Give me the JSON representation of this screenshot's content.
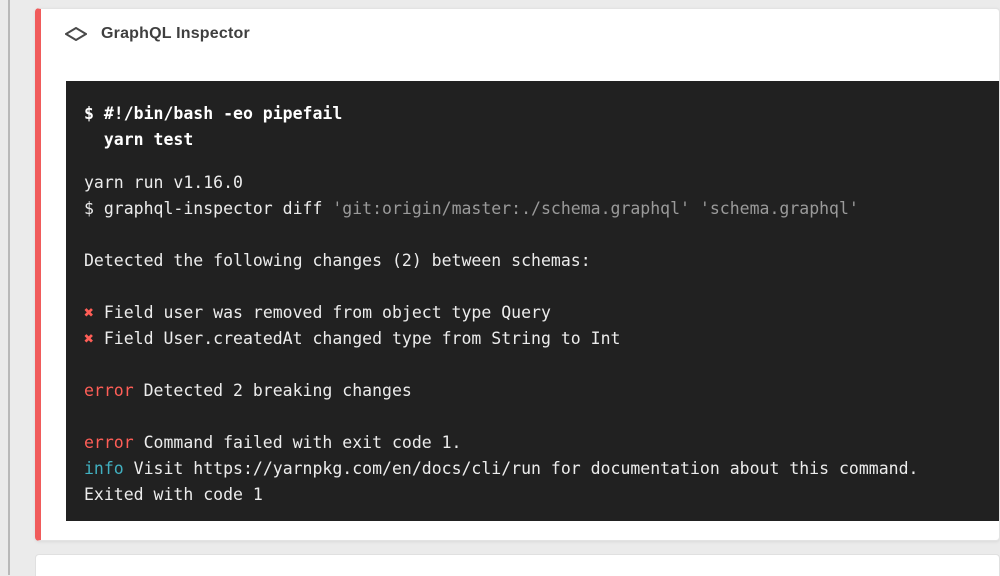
{
  "page": {
    "background_color": "#ebebeb"
  },
  "card": {
    "title": "GraphQL Inspector",
    "accent_color": "#f05b5b",
    "chevron_icon": "collapse-chevron"
  },
  "terminal": {
    "background_color": "#212121",
    "colors": {
      "error_red": "#ff5e57",
      "info_cyan": "#41b0c0",
      "dim_gray": "#9a9a9a",
      "text": "#ececec"
    },
    "lines": [
      {
        "segments": [
          {
            "style": "bold",
            "text": "$ #!/bin/bash -eo pipefail"
          }
        ]
      },
      {
        "segments": [
          {
            "style": "bold",
            "text": "  yarn test"
          }
        ]
      },
      {
        "blank": "sm"
      },
      {
        "segments": [
          {
            "style": "plain",
            "text": "yarn run v1.16.0"
          }
        ]
      },
      {
        "segments": [
          {
            "style": "plain",
            "text": "$ graphql-inspector diff "
          },
          {
            "style": "dim",
            "text": "'git:origin/master:./schema.graphql'"
          },
          {
            "style": "plain",
            "text": " "
          },
          {
            "style": "dim",
            "text": "'schema.graphql'"
          }
        ]
      },
      {
        "blank": "lg"
      },
      {
        "segments": [
          {
            "style": "plain",
            "text": "Detected the following changes (2) between schemas:"
          }
        ]
      },
      {
        "blank": "lg"
      },
      {
        "segments": [
          {
            "style": "red",
            "text": "✖"
          },
          {
            "style": "plain",
            "text": " Field user was removed from object type Query"
          }
        ]
      },
      {
        "segments": [
          {
            "style": "red",
            "text": "✖"
          },
          {
            "style": "plain",
            "text": " Field User.createdAt changed type from String to Int"
          }
        ]
      },
      {
        "blank": "lg"
      },
      {
        "segments": [
          {
            "style": "red",
            "text": "error"
          },
          {
            "style": "plain",
            "text": " Detected 2 breaking changes"
          }
        ]
      },
      {
        "blank": "lg"
      },
      {
        "segments": [
          {
            "style": "red",
            "text": "error"
          },
          {
            "style": "plain",
            "text": " Command failed with exit code 1."
          }
        ]
      },
      {
        "segments": [
          {
            "style": "cyan",
            "text": "info"
          },
          {
            "style": "plain",
            "text": " Visit https://yarnpkg.com/en/docs/cli/run for documentation about this command."
          }
        ]
      },
      {
        "segments": [
          {
            "style": "plain",
            "text": "Exited with code 1"
          }
        ]
      }
    ]
  }
}
